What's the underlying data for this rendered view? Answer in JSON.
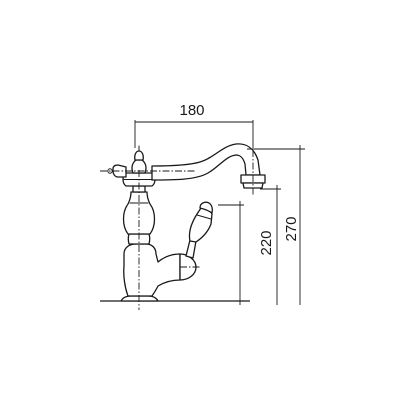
{
  "dimensions": {
    "spout_reach": "180",
    "spout_outlet_height": "220",
    "total_height": "270"
  }
}
